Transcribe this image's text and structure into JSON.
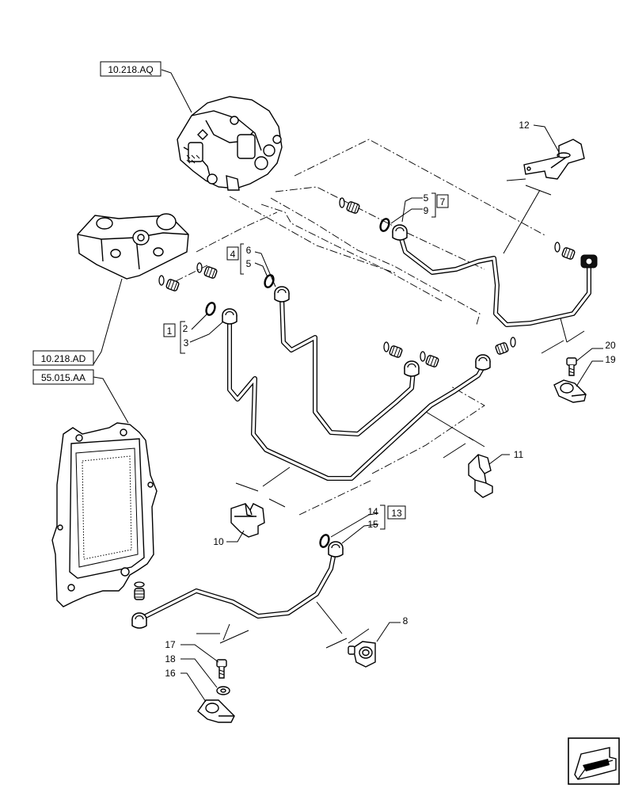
{
  "references": {
    "pump": "10.218.AQ",
    "filter": "10.218.AD",
    "ecu": "55.015.AA"
  },
  "callouts": {
    "c1": "1",
    "c2": "2",
    "c3": "3",
    "c4": "4",
    "c5a": "5",
    "c5b": "5",
    "c6": "6",
    "c7": "7",
    "c8": "8",
    "c9": "9",
    "c10": "10",
    "c11": "11",
    "c12": "12",
    "c13": "13",
    "c14": "14",
    "c15": "15",
    "c16": "16",
    "c17": "17",
    "c18": "18",
    "c19": "19",
    "c20": "20"
  },
  "nav_icon": "next-page-arrow-icon"
}
